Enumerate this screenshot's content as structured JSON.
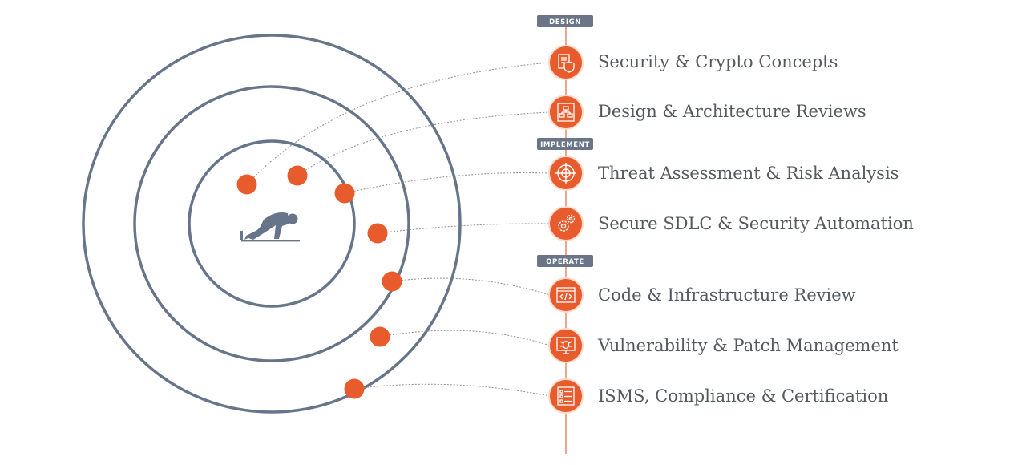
{
  "colors": {
    "ring": "#67758a",
    "accent": "#e85b2c",
    "tag_bg": "#6a7588",
    "timeline": "#e8896a",
    "connector": "#8e8e8e",
    "label": "#555a60"
  },
  "center_icon": "crouching-runner-icon",
  "phases": [
    {
      "id": "design",
      "label": "DESIGN"
    },
    {
      "id": "implement",
      "label": "IMPLEMENT"
    },
    {
      "id": "operate",
      "label": "OPERATE"
    }
  ],
  "items": [
    {
      "label": "Security & Crypto Concepts",
      "icon": "document-shield-icon",
      "phase": "design"
    },
    {
      "label": "Design & Architecture Reviews",
      "icon": "architecture-diagram-icon",
      "phase": "design"
    },
    {
      "label": "Threat Assessment & Risk Analysis",
      "icon": "crosshair-target-icon",
      "phase": "implement"
    },
    {
      "label": "Secure SDLC & Security Automation",
      "icon": "gears-icon",
      "phase": "implement"
    },
    {
      "label": "Code & Infrastructure Review",
      "icon": "code-window-icon",
      "phase": "operate"
    },
    {
      "label": "Vulnerability & Patch Management",
      "icon": "monitor-bug-icon",
      "phase": "operate"
    },
    {
      "label": "ISMS, Compliance & Certification",
      "icon": "checklist-icon",
      "phase": "operate"
    }
  ]
}
